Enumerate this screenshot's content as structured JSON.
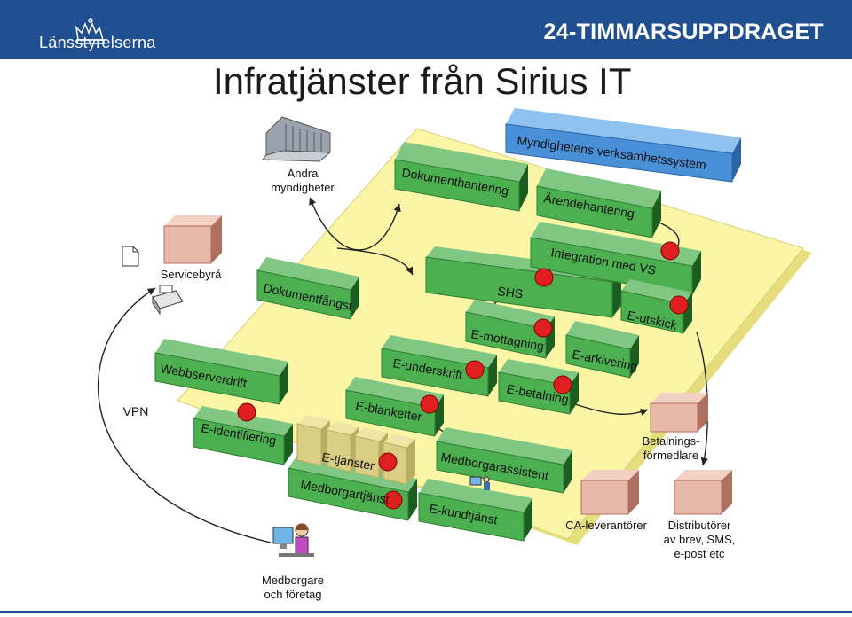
{
  "header": {
    "org_name": "Länsstyrelserna",
    "banner": "24-TIMMARSUPPDRAGET"
  },
  "title": "Infratjänster från Sirius IT",
  "external": {
    "andra_myndigheter": [
      "Andra",
      "myndigheter"
    ],
    "servicebyra": "Servicebyrå",
    "vpn": "VPN",
    "medborgare": [
      "Medborgare",
      "och företag"
    ],
    "betalningsformedlare": [
      "Betalnings-",
      "förmedlare"
    ],
    "ca_leverantorer": "CA-leverantörer",
    "distributorer": [
      "Distributörer",
      "av brev, SMS,",
      "e-post etc"
    ]
  },
  "services": {
    "myndighetens": "Myndighetens verksamhetssystem",
    "dokumenthantering": "Dokumenthantering",
    "arendehantering": "Ärendehantering",
    "integration": "Integration med VS",
    "shs": "SHS",
    "dokumentfangst": "Dokumentfångst",
    "e_utskick": "E-utskick",
    "e_mottagning": "E-mottagning",
    "e_arkivering": "E-arkivering",
    "webbserverdrift": "Webbserverdrift",
    "e_underskrift": "E-underskrift",
    "e_betalning": "E-betalning",
    "e_blanketter": "E-blanketter",
    "e_identifiering": "E-identifiering",
    "e_tjanster": "E-tjänster",
    "medborgarassistent": "Medborgarassistent",
    "medborgartjanst": "Medborgartjänst",
    "e_kundtjanst": "E-kundtjänst"
  },
  "colors": {
    "header_blue": "#1f4e91",
    "platform": "#fbf6a6",
    "green_top": "#4caf50",
    "green_side": "#2e7d32",
    "blue_top": "#4a90d9",
    "marker_red": "#e02020",
    "pink_box": "#e8b8a8",
    "pink_side": "#b07060"
  }
}
